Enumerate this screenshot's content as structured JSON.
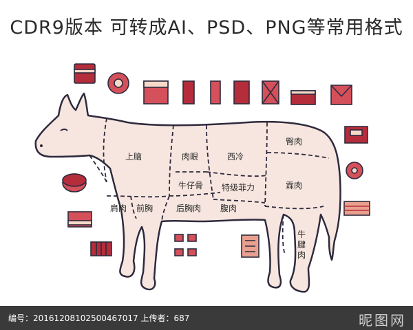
{
  "title": "CDR9版本    可转成AI、PSD、PNG等常用格式",
  "cuts": {
    "shangnao": "上脑",
    "rouyan": "肉眼",
    "xileng": "西冷",
    "bitun": "臀肉",
    "niuzaigu": "牛仔骨",
    "tejifeili": "特级菲力",
    "linrou": "霖肉",
    "jianrou": "肩肉",
    "qianxiong": "前胸",
    "houxiongrou": "后胸肉",
    "furou": "腹肉",
    "niujianrou_1": "牛",
    "niujianrou_2": "腱",
    "niujianrou_3": "肉"
  },
  "footer": {
    "text": "编号：20161208102500467017 上传者：687",
    "logo": "昵图网"
  },
  "colors": {
    "body_fill": "#f7e6df",
    "outline": "#2e2a3d",
    "meat_dark": "#b52d3a",
    "meat_mid": "#d4505a",
    "meat_light": "#e9a08e",
    "fat": "#f6d9c9",
    "footer_bg": "#3a3a3a"
  }
}
